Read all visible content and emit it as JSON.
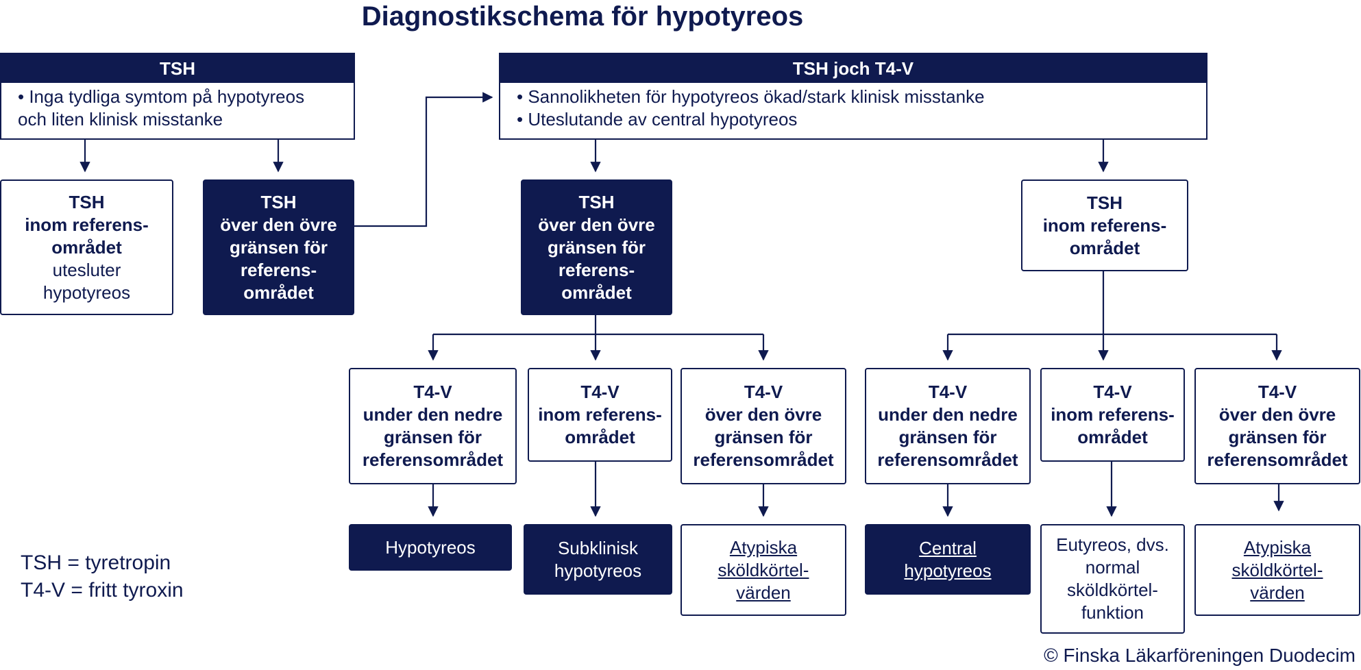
{
  "title": "Diagnostikschema för hypotyreos",
  "colors": {
    "navy": "#0f1a4f",
    "white": "#ffffff"
  },
  "panel_left": {
    "header": "TSH",
    "body": [
      "• Inga tydliga symtom på hypotyreos",
      "och liten klinisk misstanke"
    ]
  },
  "panel_right": {
    "header": "TSH joch T4-V",
    "body": [
      "• Sannolikheten för hypotyreos ökad/stark klinisk misstanke",
      "• Uteslutande av central hypotyreos"
    ]
  },
  "tsh_normal_left": {
    "lines": [
      "TSH",
      "inom referens-",
      "området"
    ],
    "sub": [
      "utesluter",
      "hypotyreos"
    ]
  },
  "tsh_high_left": {
    "lines": [
      "TSH",
      "över den övre",
      "gränsen för",
      "referens-",
      "området"
    ]
  },
  "tsh_high_mid": {
    "lines": [
      "TSH",
      "över den övre",
      "gränsen för",
      "referens-",
      "området"
    ]
  },
  "tsh_normal_right": {
    "lines": [
      "TSH",
      "inom referens-",
      "området"
    ]
  },
  "t4_groups": [
    {
      "lines": [
        "T4-V",
        "under den nedre",
        "gränsen för",
        "referensområdet"
      ]
    },
    {
      "lines": [
        "T4-V",
        "inom referens-",
        "området"
      ]
    },
    {
      "lines": [
        "T4-V",
        "över den övre",
        "gränsen för",
        "referensområdet"
      ]
    },
    {
      "lines": [
        "T4-V",
        "under den nedre",
        "gränsen för",
        "referensområdet"
      ]
    },
    {
      "lines": [
        "T4-V",
        "inom referens-",
        "området"
      ]
    },
    {
      "lines": [
        "T4-V",
        "över den övre",
        "gränsen för",
        "referensområdet"
      ]
    }
  ],
  "outcomes": [
    {
      "lines": [
        "Hypotyreos"
      ]
    },
    {
      "lines": [
        "Subklinisk",
        "hypotyreos"
      ]
    },
    {
      "lines": [
        "Atypiska",
        "sköldkörtel-",
        "värden"
      ]
    },
    {
      "lines": [
        "Central",
        "hypotyreos"
      ]
    },
    {
      "lines": [
        "Eutyreos, dvs.",
        "normal",
        "sköldkörtel-",
        "funktion"
      ]
    },
    {
      "lines": [
        "Atypiska",
        "sköldkörtel-",
        "värden"
      ]
    }
  ],
  "legend": [
    "TSH = tyretropin",
    "T4-V = fritt tyroxin"
  ],
  "copyright": "©  Finska Läkarföreningen Duodecim"
}
